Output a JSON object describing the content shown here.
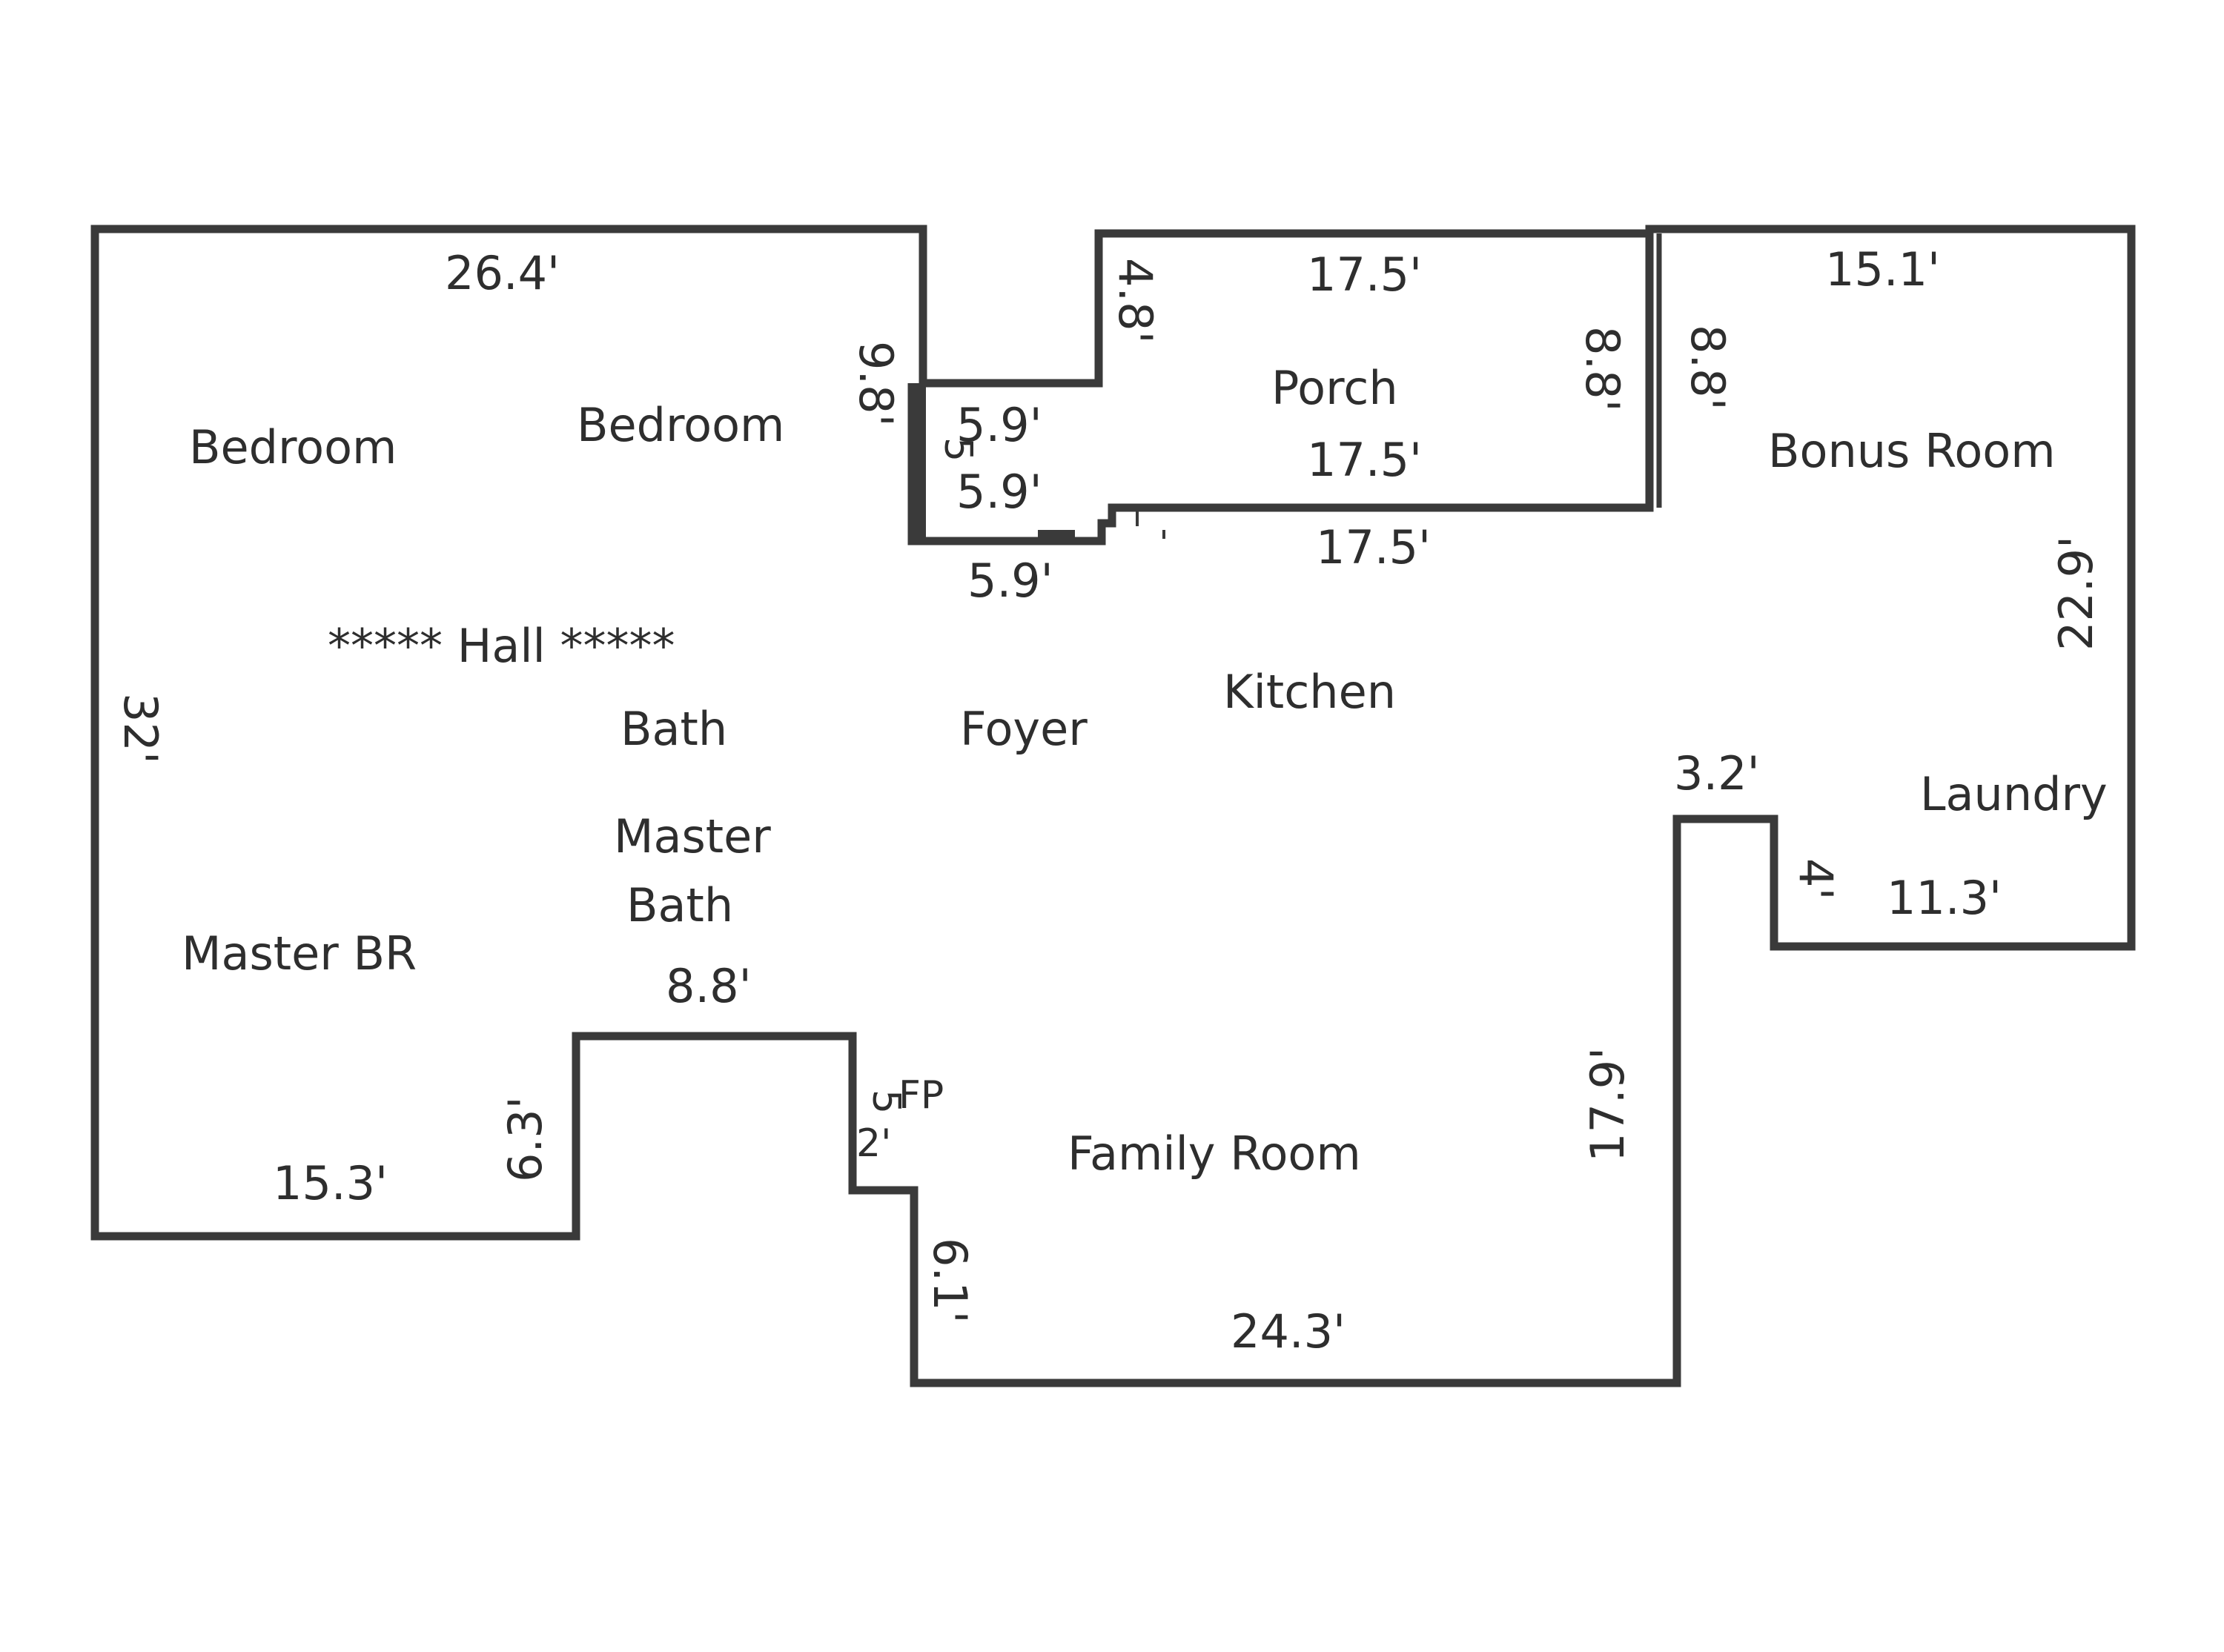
{
  "rooms": {
    "bedroom_1": "Bedroom",
    "bedroom_2": "Bedroom",
    "hall": "***** Hall *****",
    "bath": "Bath",
    "foyer": "Foyer",
    "kitchen": "Kitchen",
    "porch": "Porch",
    "bonus_room": "Bonus Room",
    "laundry": "Laundry",
    "master_bath_line1": "Master",
    "master_bath_line2": "Bath",
    "master_br": "Master BR",
    "family_room": "Family Room",
    "fireplace": "FP"
  },
  "dimensions": {
    "top_main": "26.4'",
    "left_main": "32'",
    "notch_right": "9.8'",
    "porch_left": "4.8'",
    "porch_top": "17.5'",
    "porch_right_inner": "8.8'",
    "porch_bottom_inner": "17.5'",
    "porch_bottom_outer": "17.5'",
    "step_upper": "5.9'",
    "step_mid": "5.9'",
    "step_lower": "5.9'",
    "step_side": "5",
    "bonus_top": "15.1'",
    "bonus_left": "8.8'",
    "bonus_right": "22.9'",
    "laundry_notch_top": "3.2'",
    "laundry_notch_side": "4'",
    "laundry_bottom": "11.3'",
    "family_right": "17.9'",
    "family_bottom": "24.3'",
    "family_left": "6.1'",
    "fp_depth": "2'",
    "fp_side": "5",
    "master_bath_bottom": "8.8'",
    "master_notch_side": "6.3'",
    "master_bottom": "15.3'"
  },
  "colors": {
    "walls": "#3a3a3a",
    "text": "#2e2e2e",
    "background": "#ffffff"
  }
}
